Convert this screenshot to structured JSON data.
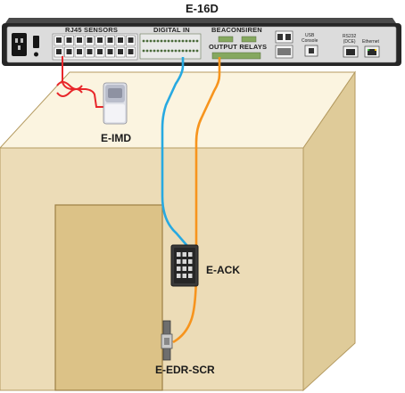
{
  "device": {
    "title": "E-16D",
    "ports": {
      "rj45_sensors": "RJ45 SENSORS",
      "digital_in": "DIGITAL IN",
      "beacon": "BEACON",
      "siren": "SIREN",
      "output_relays": "OUTPUT RELAYS",
      "usb_console": "USB\nConsole",
      "rs232": "RS232\n(DCE)",
      "ethernet": "Ethernet"
    }
  },
  "devices": {
    "motion_detector": "E-IMD",
    "keypad": "E-ACK",
    "door_strike": "E-EDR-SCR"
  },
  "colors": {
    "chassis": "#262626",
    "panel": "#dcdcdc",
    "wall": "#ecdcb7",
    "wall_side": "#dfcb99",
    "floor": "#fbf4e0",
    "door": "#dcc287",
    "wire_blue": "#27a9e1",
    "wire_orange": "#f7941d",
    "wire_red": "#e8262a"
  }
}
